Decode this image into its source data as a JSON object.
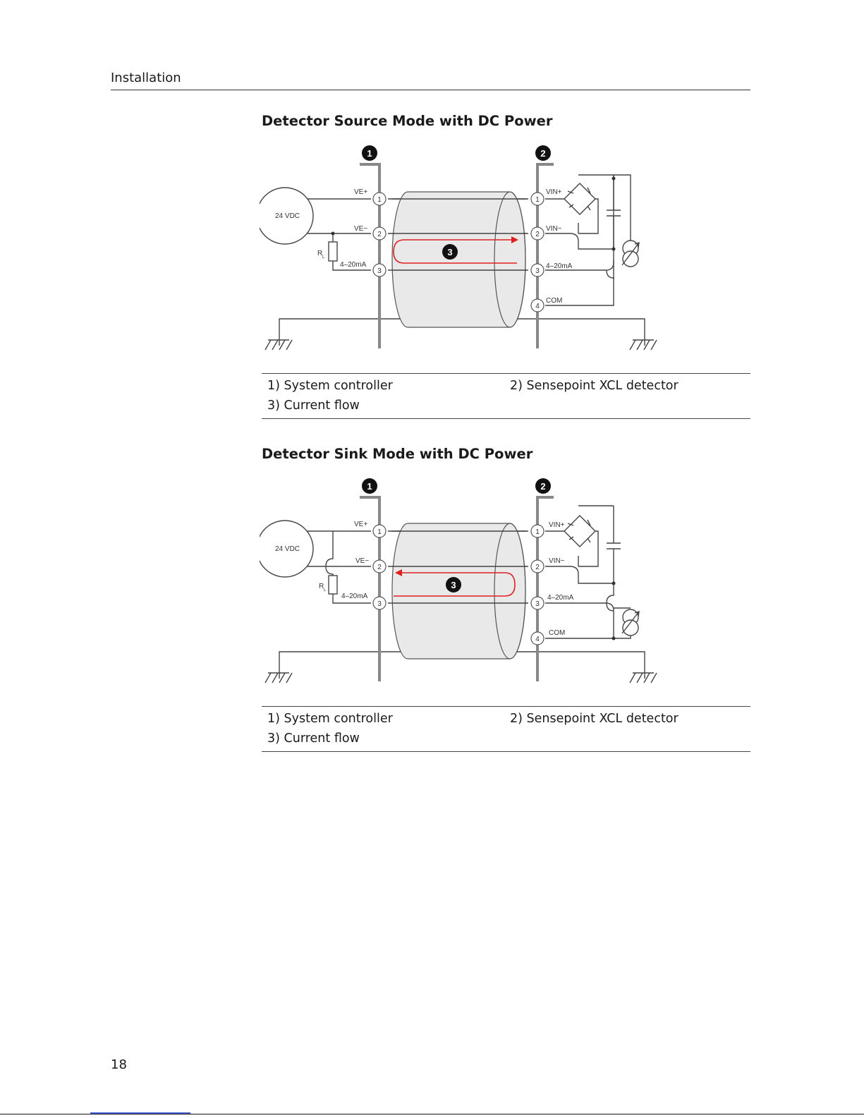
{
  "header": {
    "section": "Installation"
  },
  "page_number": "18",
  "figures": [
    {
      "title": "Detector Source Mode with DC Power",
      "mode": "source",
      "supply": "24 VDC",
      "resistor": "R",
      "resistor_sub": "L",
      "left_terminals": {
        "t1": "VE+",
        "t2": "VE−",
        "t3": "4–20mA"
      },
      "right_terminals": {
        "t1": "VIN+",
        "t2": "VIN−",
        "t3": "4–20mA",
        "t4": "COM"
      },
      "terminal_numbers": [
        "1",
        "2",
        "3",
        "4"
      ],
      "callouts": [
        "1",
        "2",
        "3"
      ],
      "legend": {
        "item1": "1)  System controller",
        "item2": "2)  Sensepoint XCL detector",
        "item3": "3)  Current flow"
      }
    },
    {
      "title": "Detector Sink Mode with DC Power",
      "mode": "sink",
      "supply": "24 VDC",
      "resistor": "R",
      "resistor_sub": "L",
      "left_terminals": {
        "t1": "VE+",
        "t2": "VE−",
        "t3": "4–20mA"
      },
      "right_terminals": {
        "t1": "VIN+",
        "t2": "VIN−",
        "t3": "4–20mA",
        "t4": "COM"
      },
      "terminal_numbers": [
        "1",
        "2",
        "3",
        "4"
      ],
      "callouts": [
        "1",
        "2",
        "3"
      ],
      "legend": {
        "item1": "1)  System controller",
        "item2": "2)  Sensepoint XCL detector",
        "item3": "3)  Current flow"
      }
    }
  ],
  "colors": {
    "flow_arrow": "#e02020",
    "cable_fill": "#e9e9e9",
    "wire": "#444444"
  }
}
